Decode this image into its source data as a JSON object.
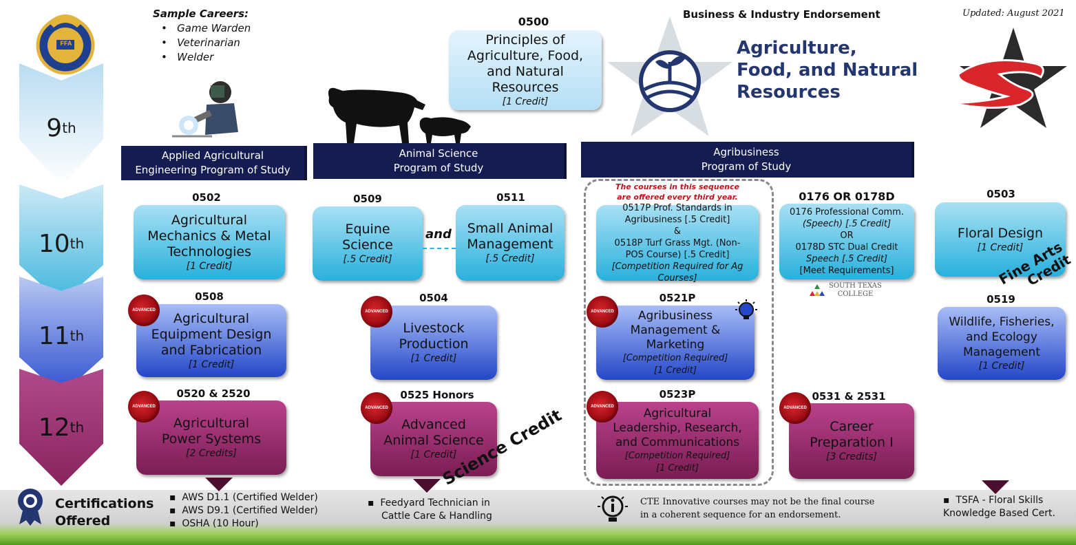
{
  "header": {
    "sample_careers_title": "Sample Careers:",
    "sample_careers": [
      "Game Warden",
      "Veterinarian",
      "Welder"
    ],
    "endorsement_label": "Business & Industry Endorsement",
    "cluster_title_line1": "Agriculture,",
    "cluster_title_line2": "Food, and Natural",
    "cluster_title_line3": "Resources",
    "updated": "Updated: August 2021",
    "ffa_text": "FFA",
    "registered": "®"
  },
  "grades": {
    "g9": "9",
    "g9_suffix": "th",
    "g10": "10",
    "g10_suffix": "th",
    "g11": "11",
    "g11_suffix": "th",
    "g12": "12",
    "g12_suffix": "th"
  },
  "intro_course": {
    "code": "0500",
    "title_l1": "Principles of",
    "title_l2": "Agriculture, Food,",
    "title_l3": "and Natural",
    "title_l4": "Resources",
    "credit": "[1 Credit]"
  },
  "pathways": {
    "engineering_l1": "Applied Agricultural",
    "engineering_l2": "Engineering Program of Study",
    "animal_l1": "Animal Science",
    "animal_l2": "Program of Study",
    "agribusiness_l1": "Agribusiness",
    "agribusiness_l2": "Program of Study"
  },
  "courses": {
    "c0502": {
      "code": "0502",
      "l1": "Agricultural",
      "l2": "Mechanics & Metal",
      "l3": "Technologies",
      "credit": "[1 Credit]"
    },
    "c0508": {
      "code": "0508",
      "l1": "Agricultural",
      "l2": "Equipment Design",
      "l3": "and Fabrication",
      "credit": "[1 Credit]"
    },
    "c0520": {
      "code": "0520 & 2520",
      "l1": "Agricultural",
      "l2": "Power Systems",
      "credit": "[2 Credits]"
    },
    "c0509": {
      "code": "0509",
      "l1": "Equine",
      "l2": "Science",
      "credit": "[.5 Credit]"
    },
    "and_label": "and",
    "c0511": {
      "code": "0511",
      "l1": "Small Animal",
      "l2": "Management",
      "credit": "[.5 Credit]"
    },
    "c0504": {
      "code": "0504",
      "l1": "Livestock",
      "l2": "Production",
      "credit": "[1 Credit]"
    },
    "c0525": {
      "code": "0525 Honors",
      "l1": "Advanced",
      "l2": "Animal Science",
      "credit": "[1 Credit]"
    },
    "science_credit": "Science Credit",
    "sequence_note_l1": "The courses in this sequence",
    "sequence_note_l2": "are offered every third year.",
    "c0517": {
      "l1": "0517P Prof. Standards in",
      "l2": "Agribusiness [.5 Credit]",
      "l3": "&",
      "l4": "0518P Turf Grass Mgt. (Non-",
      "l5": "POS Course) [.5 Credit]",
      "l6": "[Competition Required for Ag",
      "l7": "Courses]"
    },
    "c0521": {
      "code": "0521P",
      "l1": "Agribusiness",
      "l2": "Management &",
      "l3": "Marketing",
      "note": "[Competition Required]",
      "credit": "[1 Credit]"
    },
    "c0523": {
      "code": "0523P",
      "l1": "Agricultural",
      "l2": "Leadership, Research,",
      "l3": "and Communications",
      "note": "[Competition Required]",
      "credit": "[1 Credit]"
    },
    "c0176": {
      "code": "0176 OR 0178D",
      "l1": "0176 Professional Comm.",
      "l2": "(Speech) [.5 Credit]",
      "l3": "OR",
      "l4": "0178D STC Dual Credit",
      "l5": "Speech [.5 Credit]",
      "l6": "[Meet Requirements]"
    },
    "stc_l1": "SOUTH TEXAS",
    "stc_l2": "COLLEGE",
    "c0531": {
      "code": "0531 & 2531",
      "l1": "Career",
      "l2": "Preparation I",
      "credit": "[3 Credits]"
    },
    "c0503": {
      "code": "0503",
      "l1": "Floral Design",
      "credit": "[1 Credit]"
    },
    "fine_arts": "Fine Arts",
    "fine_arts_credit": "Credit",
    "c0519": {
      "code": "0519",
      "l1": "Wildlife, Fisheries,",
      "l2": "and Ecology",
      "l3": "Management",
      "credit": "[1 Credit]"
    },
    "advanced_badge": "ADVANCED"
  },
  "certifications": {
    "title_l1": "Certifications",
    "title_l2": "Offered",
    "engineering": [
      "AWS D1.1 (Certified Welder)",
      "AWS D9.1 (Certified Welder)",
      "OSHA (10 Hour)"
    ],
    "animal_l1": "Feedyard Technician in",
    "animal_l2": "Cattle Care & Handling",
    "cte_note_l1": "CTE Innovative courses may not be the final course",
    "cte_note_l2": "in a coherent sequence for an endorsement.",
    "floral_l1": "TSFA - Floral Skills",
    "floral_l2": "Knowledge Based Cert."
  },
  "icons": {
    "ffa": "ffa-emblem-icon",
    "welder": "welder-icon",
    "cow": "cow-silhouette-icon",
    "pig": "pig-silhouette-icon",
    "star_seedling": "star-seedling-icon",
    "s_logo": "s-star-logo-icon",
    "lightbulb": "lightbulb-icon",
    "ribbon": "award-ribbon-icon",
    "info": "info-icon"
  },
  "colors": {
    "navy": "#141c52",
    "cyan": "#28b0dc",
    "blue": "#2447c8",
    "magenta": "#7a1d53",
    "accent_red": "#d9262b"
  }
}
